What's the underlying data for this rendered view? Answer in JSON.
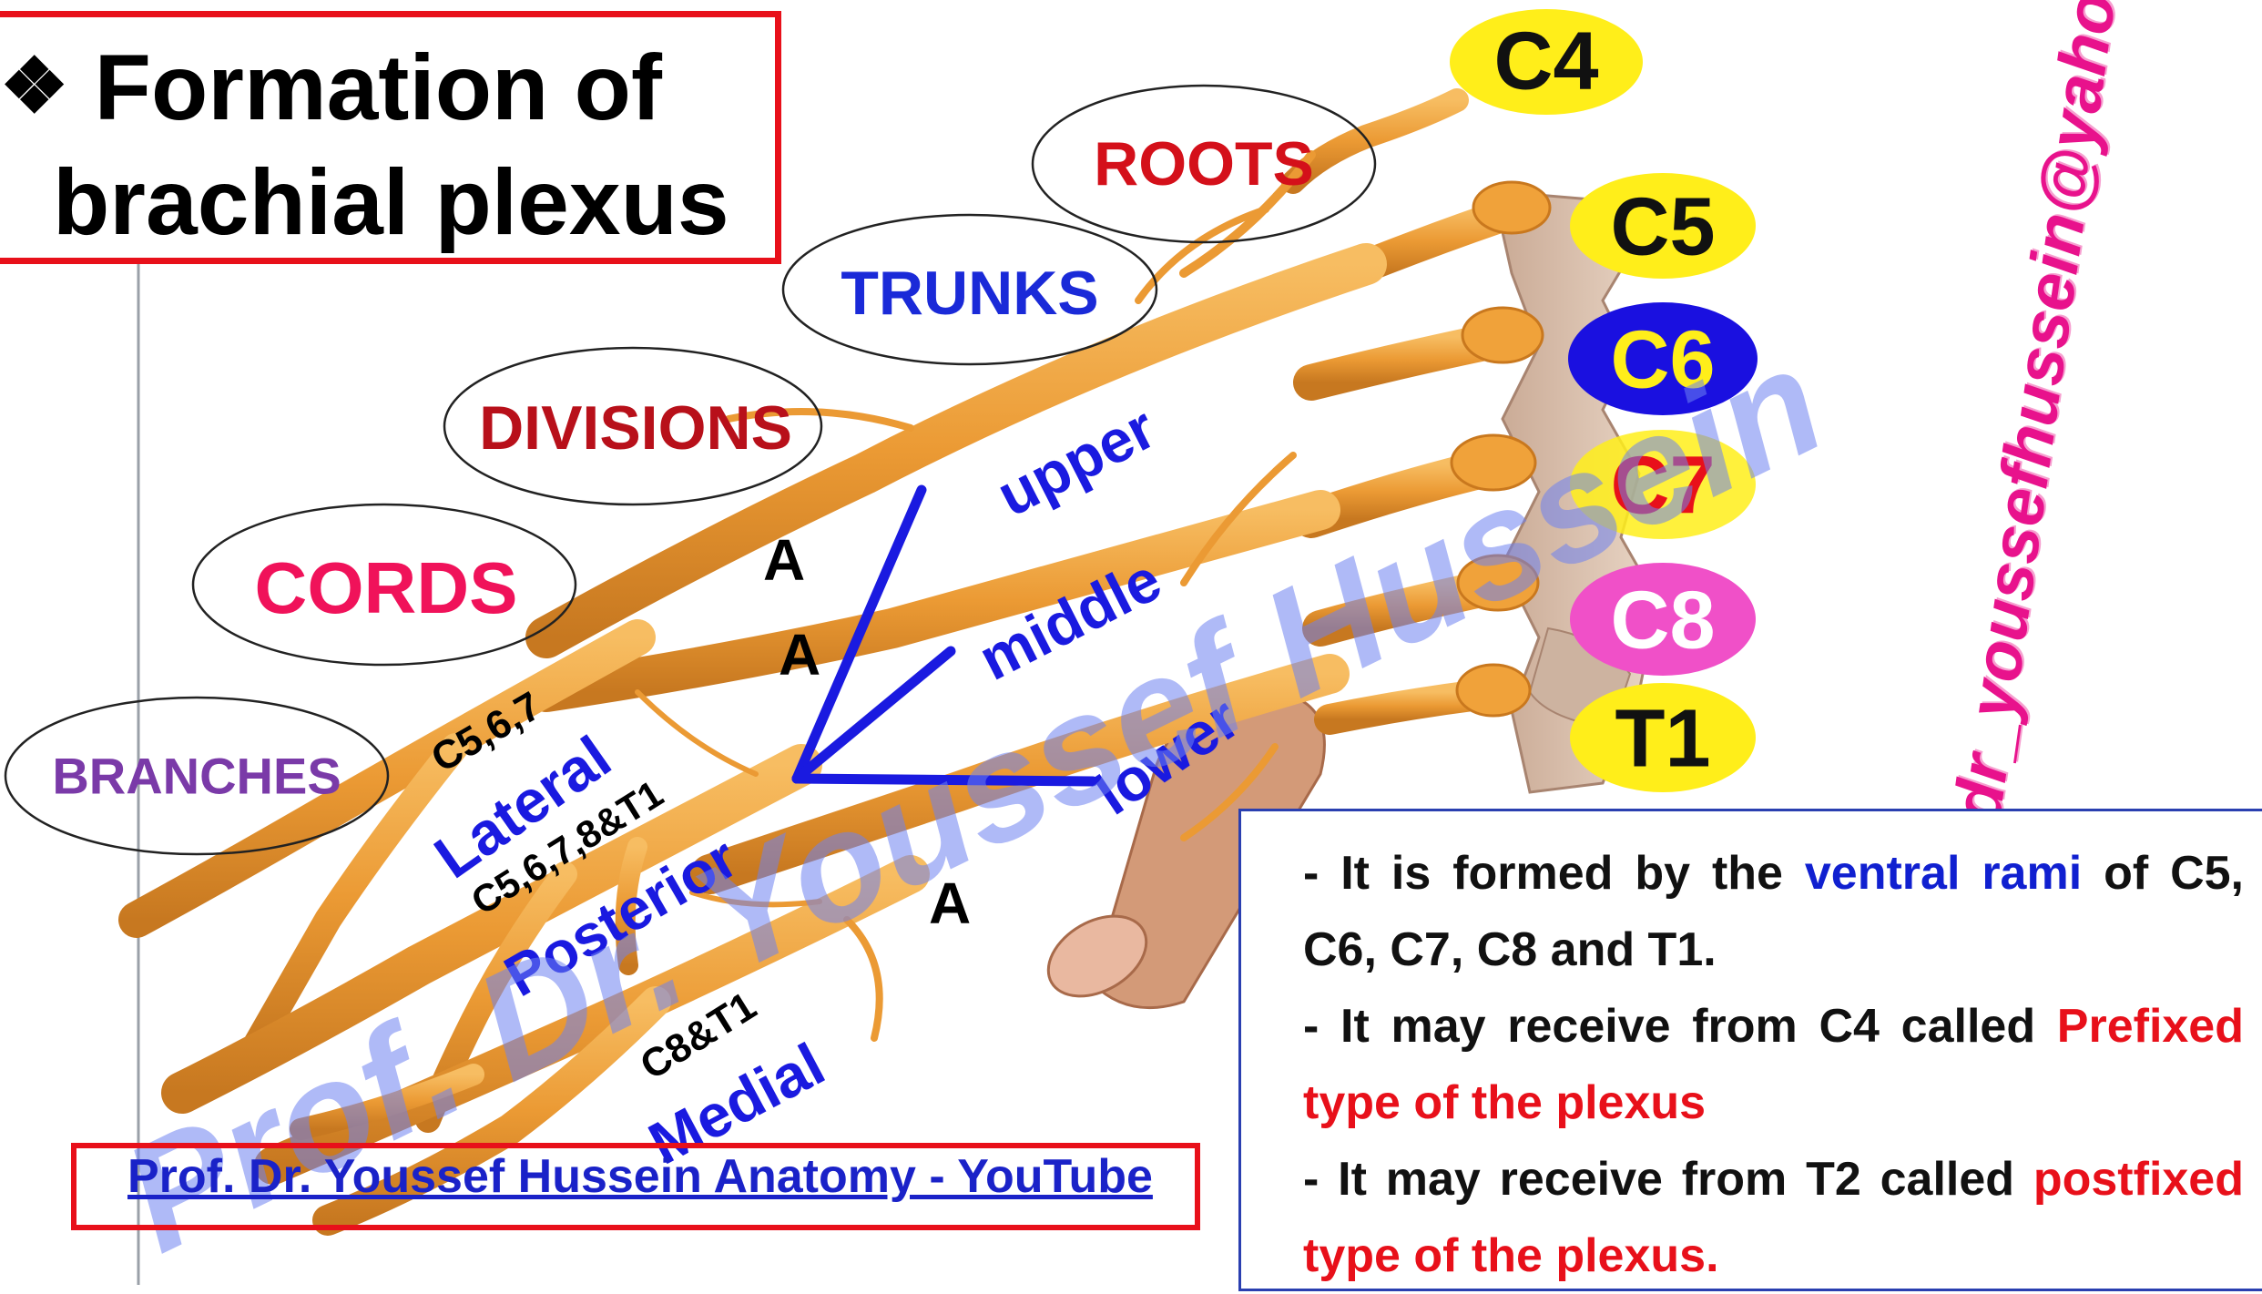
{
  "title": {
    "bullet": "❖",
    "line1": "Formation of",
    "line2": "brachial plexus"
  },
  "regions": [
    {
      "key": "roots",
      "label": "ROOTS",
      "color": "#d4101a"
    },
    {
      "key": "trunks",
      "label": "TRUNKS",
      "color": "#1a2ad8"
    },
    {
      "key": "divisions",
      "label": "DIVISIONS",
      "color": "#b8101a"
    },
    {
      "key": "cords",
      "label": "CORDS",
      "color": "#f0125a"
    },
    {
      "key": "branches",
      "label": "BRANCHES",
      "color": "#7a3aa8"
    }
  ],
  "vertebrae": [
    {
      "label": "C4",
      "fill": "#ffee1a",
      "text": "#111111"
    },
    {
      "label": "C5",
      "fill": "#ffee1a",
      "text": "#111111"
    },
    {
      "label": "C6",
      "fill": "#1a10e0",
      "text": "#ffee1a"
    },
    {
      "label": "C7",
      "fill": "#ffee1a",
      "text": "#e8101a"
    },
    {
      "label": "C8",
      "fill": "#f050c8",
      "text": "#ffffff"
    },
    {
      "label": "T1",
      "fill": "#ffee1a",
      "text": "#111111"
    }
  ],
  "trunks": {
    "upper": "upper",
    "middle": "middle",
    "lower": "lower"
  },
  "anterior_marks": {
    "a1": "A",
    "a2": "A",
    "a3": "A"
  },
  "cords": {
    "lateral": {
      "name": "Lateral",
      "roots": "C5,6,7"
    },
    "posterior": {
      "name": "Posterior",
      "roots": "C5,6,7,8&T1"
    },
    "medial": {
      "name": "Medial",
      "roots": "C8&T1"
    }
  },
  "info": {
    "p1_pre": "- It is formed by the ",
    "p1_hl": "ventral rami",
    "p1_post": " of C5, C6, C7, C8 and T1.",
    "p2_pre": "- It may receive from C4 called ",
    "p2_hl": "Prefixed type of the plexus",
    "p3_pre": "- It may receive from T2 called ",
    "p3_hl": "postfixed type of the plexus."
  },
  "watermarks": {
    "main": "Prof. Dr. Youssef Hussein",
    "email": "dr_youssefhussein@yahoo.com"
  },
  "footer": {
    "link_text": "Prof. Dr. Youssef Hussein Anatomy - YouTube"
  },
  "colors": {
    "nerve": "#f0a23a",
    "nerve_dark": "#c9781e",
    "bone": "#dcc3b0",
    "trunk_lines": "#1a1ae0",
    "title_border": "#e8101a"
  }
}
